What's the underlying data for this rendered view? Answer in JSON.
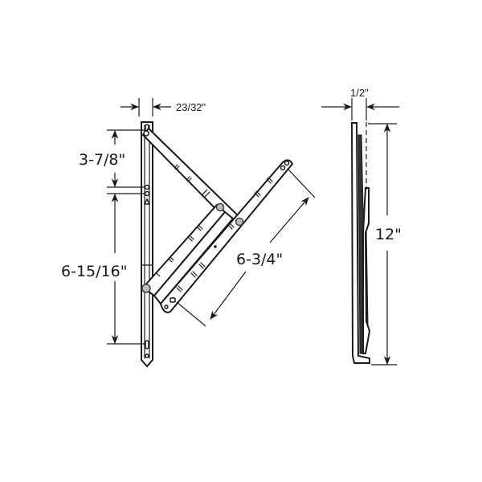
{
  "diagram": {
    "subject": "Casement window hinge, 12 inch",
    "front_view": {
      "dimensions": {
        "track_width": "23/32\"",
        "top_spacing": "3-7/8\"",
        "lower_spacing": "6-15/16\"",
        "arm_length": "6-3/4\""
      }
    },
    "side_view": {
      "dimensions": {
        "depth": "1/2\"",
        "overall_length": "12\""
      }
    }
  },
  "colors": {
    "line": "#1a1a1a",
    "rivet": "#bdbdbd",
    "background": "#ffffff"
  }
}
